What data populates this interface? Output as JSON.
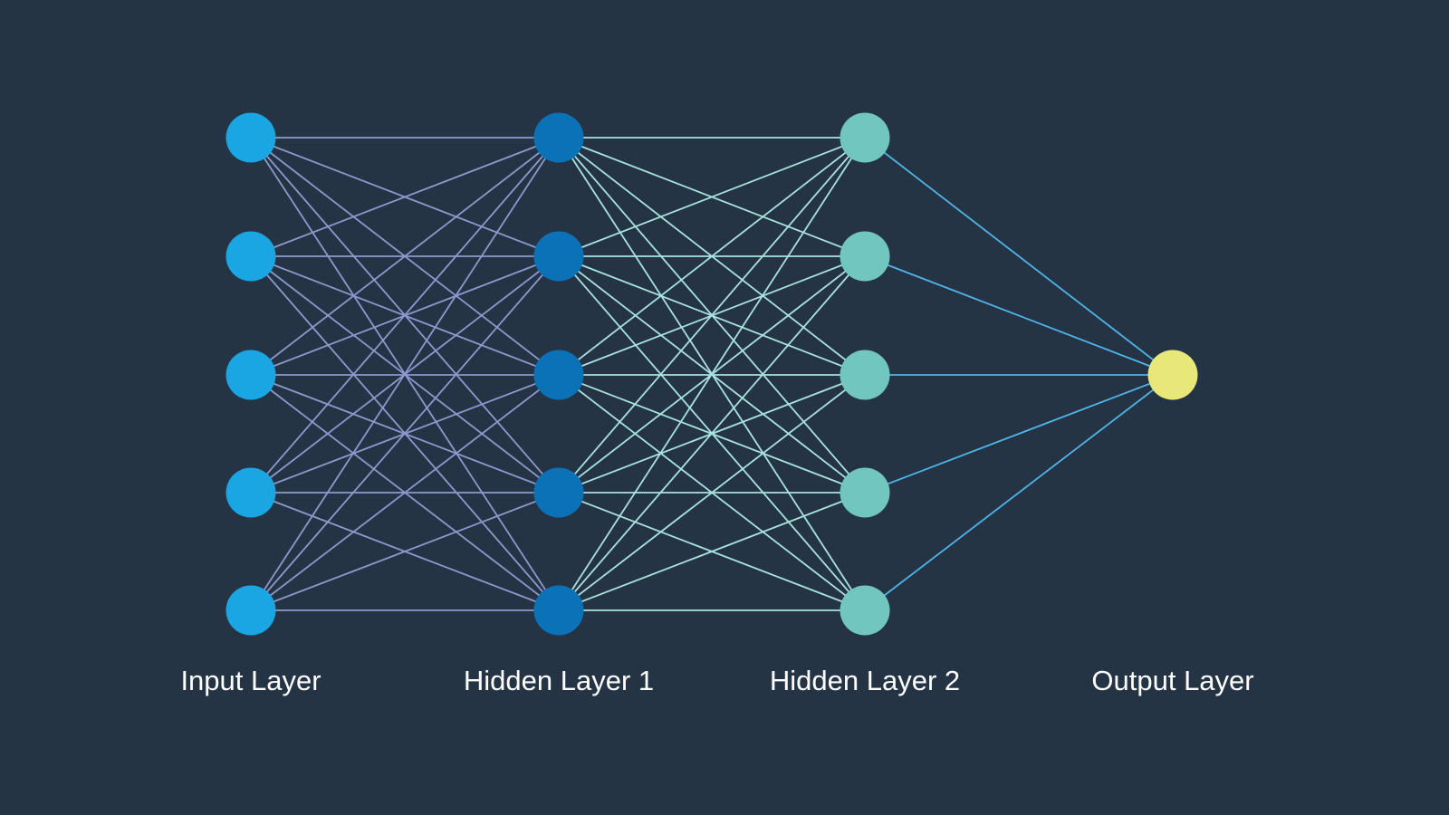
{
  "diagram": {
    "type": "neural-network",
    "layers": [
      {
        "label": "Input Layer",
        "nodes": 5,
        "node_color": "#1aa6e3"
      },
      {
        "label": "Hidden Layer 1",
        "nodes": 5,
        "node_color": "#0b72b8"
      },
      {
        "label": "Hidden Layer 2",
        "nodes": 5,
        "node_color": "#72c6c0"
      },
      {
        "label": "Output Layer",
        "nodes": 1,
        "node_color": "#e8e87a"
      }
    ],
    "connection_colors": [
      "#8f98cc",
      "#a8e3e0",
      "#4fb5e8"
    ],
    "background_color": "#253445"
  }
}
